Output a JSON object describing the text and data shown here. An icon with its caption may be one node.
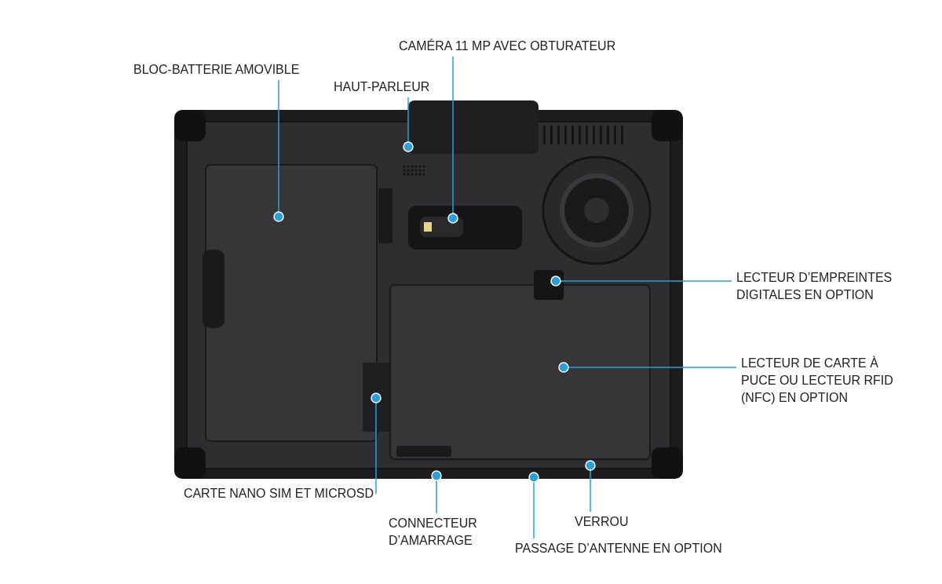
{
  "diagram": {
    "nodes": [
      {
        "text": [
          "CAMÉRA 11 MP AVEC OBTURATEUR"
        ]
      },
      {
        "text": [
          "BLOC-BATTERIE AMOVIBLE"
        ]
      },
      {
        "text": [
          "HAUT-PARLEUR"
        ]
      },
      {
        "text": [
          "LECTEUR D’EMPREINTES DIGITALES EN OPTION"
        ]
      },
      {
        "text": [
          "LECTEUR DE CARTE À PUCE OU LECTEUR RFID (NFC) EN OPTION"
        ]
      },
      {
        "text": [
          "CARTE NANO SIM ET MICROSD"
        ]
      },
      {
        "text": [
          "VERROU"
        ]
      },
      {
        "text": [
          "CONNECTEUR D’AMARRAGE"
        ]
      },
      {
        "text": [
          "PASSAGE D’ANTENNE EN OPTION"
        ]
      },
      {
        "text": [],
        "shape": "circle"
      },
      {
        "text": [],
        "shape": "circle"
      },
      {
        "text": [],
        "shape": "circle"
      },
      {
        "text": [],
        "shape": "circle"
      },
      {
        "text": [],
        "shape": "circle"
      },
      {
        "text": [],
        "shape": "circle"
      },
      {
        "text": [],
        "shape": "circle"
      },
      {
        "text": [],
        "shape": "circle"
      },
      {
        "text": [],
        "shape": "circle"
      }
    ],
    "edges": [
      {
        "from": 0,
        "to": 9,
        "arrow": "none"
      },
      {
        "from": 1,
        "to": 10,
        "arrow": "none"
      },
      {
        "from": 2,
        "to": 11,
        "arrow": "none"
      },
      {
        "from": 3,
        "to": 12,
        "arrow": "none"
      },
      {
        "from": 4,
        "to": 13,
        "arrow": "none"
      },
      {
        "from": 5,
        "to": 14,
        "arrow": "none"
      },
      {
        "from": 6,
        "to": 15,
        "arrow": "none"
      },
      {
        "from": 7,
        "to": 16,
        "arrow": "none"
      },
      {
        "from": 8,
        "to": 17,
        "arrow": "none"
      }
    ]
  }
}
